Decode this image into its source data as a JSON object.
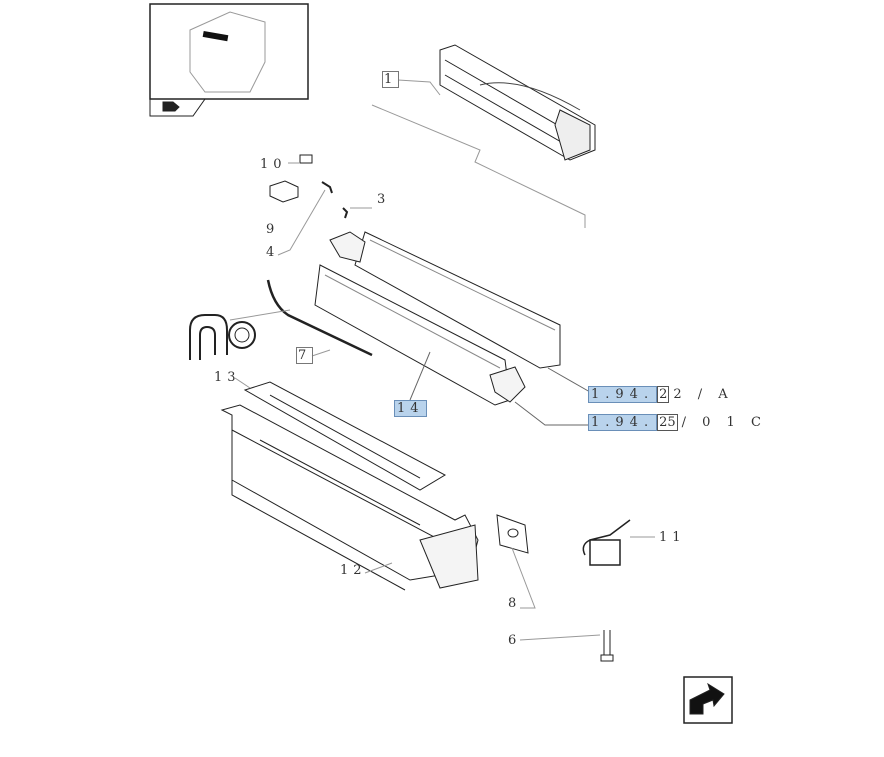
{
  "callouts": {
    "c1": "1",
    "c3": "3",
    "c4": "4",
    "c6": "6",
    "c7": "7",
    "c8": "8",
    "c9": "9",
    "c10": "10",
    "c11": "11",
    "c12": "12",
    "c13": "13",
    "c14": "14"
  },
  "references": [
    {
      "prefix": "1.94.",
      "boxed": "2",
      "suffix": "2 / A"
    },
    {
      "prefix": "1.94.",
      "boxed": "25",
      "suffix": "/ 0 1 C"
    }
  ],
  "icons": {
    "thumbnail": "tractor-cab-thumbnail",
    "nav": "next-page-arrow-icon"
  }
}
